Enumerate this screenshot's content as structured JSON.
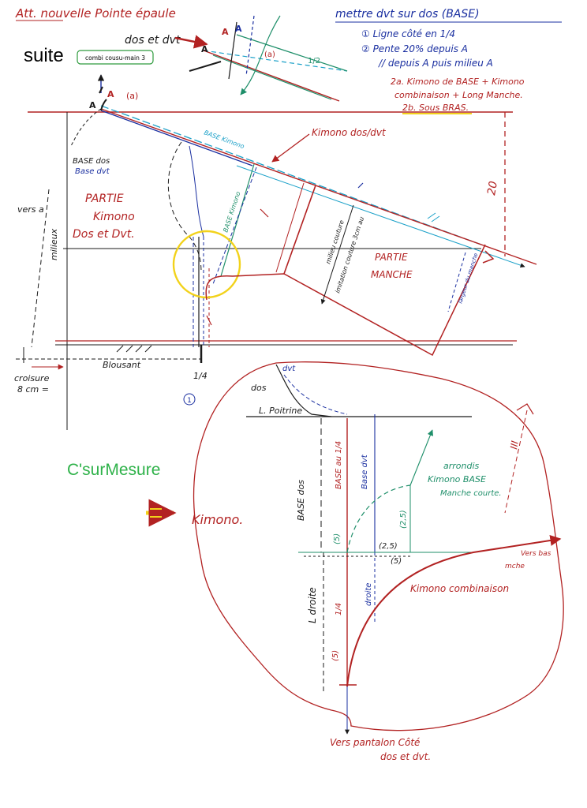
{
  "header": {
    "title_left": "Att. nouvelle Pointe épaule",
    "title_right": "mettre dvt sur dos (BASE)",
    "step1": "① Ligne côté en 1/4",
    "step2": "② Pente 20% depuis A",
    "step2b": "// depuis A puis milieu A",
    "step2a": "2a. Kimono de BASE + Kimono",
    "step2a_cont": "combinaison + Long Manche.",
    "step2c": "2b. Sous BRAS.",
    "dos_et_dvt": "dos et dvt",
    "suite": "suite",
    "badge": "combi cousu-main 3"
  },
  "pattern": {
    "label_A": "A",
    "label_a": "(a)",
    "label_14": "1/4",
    "base_dos": "BASE dos",
    "base_dvt": "Base dvt",
    "partie_kimono_1": "PARTIE",
    "partie_kimono_2": "Kimono",
    "partie_kimono_3": "Dos et Dvt.",
    "vers_a": "vers a",
    "milieux": "milieux",
    "kimono_dos_dvt": "Kimono dos/dvt",
    "base_kimono": "BASE Kimono",
    "base_kimono_vertical": "BASE Kimono",
    "partie_manche_1": "PARTIE",
    "partie_manche_2": "MANCHE",
    "milieu_couture": "milieu couture",
    "imitation": "imitation couture 3cm au",
    "largeur": "largeur du manche",
    "pente_20": "20",
    "blousant": "Blousant",
    "croisure_1": "croisure",
    "croisure_2": "8 cm =",
    "circle_1": "1"
  },
  "detail": {
    "dvt": "dvt",
    "dos": "dos",
    "l_poitrine": "L. Poitrine",
    "base_dos_v": "BASE dos",
    "base_au_14": "BASE au 1/4",
    "base_dvt_v": "Base dvt",
    "arrondis_1": "arrondis",
    "arrondis_2": "Kimono BASE",
    "arrondis_3": "Manche courte.",
    "m5a": "(5)",
    "m25a": "(2,5)",
    "m25b": "(2,5)",
    "m5b": "(5)",
    "vers_bas_1": "Vers bas",
    "vers_bas_2": "mche",
    "kimono_combi": "Kimono combinaison",
    "l_droite": "L droite",
    "droite_small": "droite",
    "quarter": "1/4",
    "m5c": "(5)",
    "vers_pantalon_1": "Vers pantalon Côté",
    "vers_pantalon_2": "dos et dvt.",
    "kimono_label": "Kimono.",
    "brand": "C'surMesure",
    "roman_3": "III"
  },
  "colors": {
    "ink_black": "#1a1a1a",
    "ink_red": "#b22222",
    "ink_green": "#1f8f6a",
    "ink_blue": "#1a2fa0",
    "ink_cyan": "#1aa0c8",
    "highlight_yellow": "#f2d21b",
    "brand_green": "#2fb24a"
  }
}
